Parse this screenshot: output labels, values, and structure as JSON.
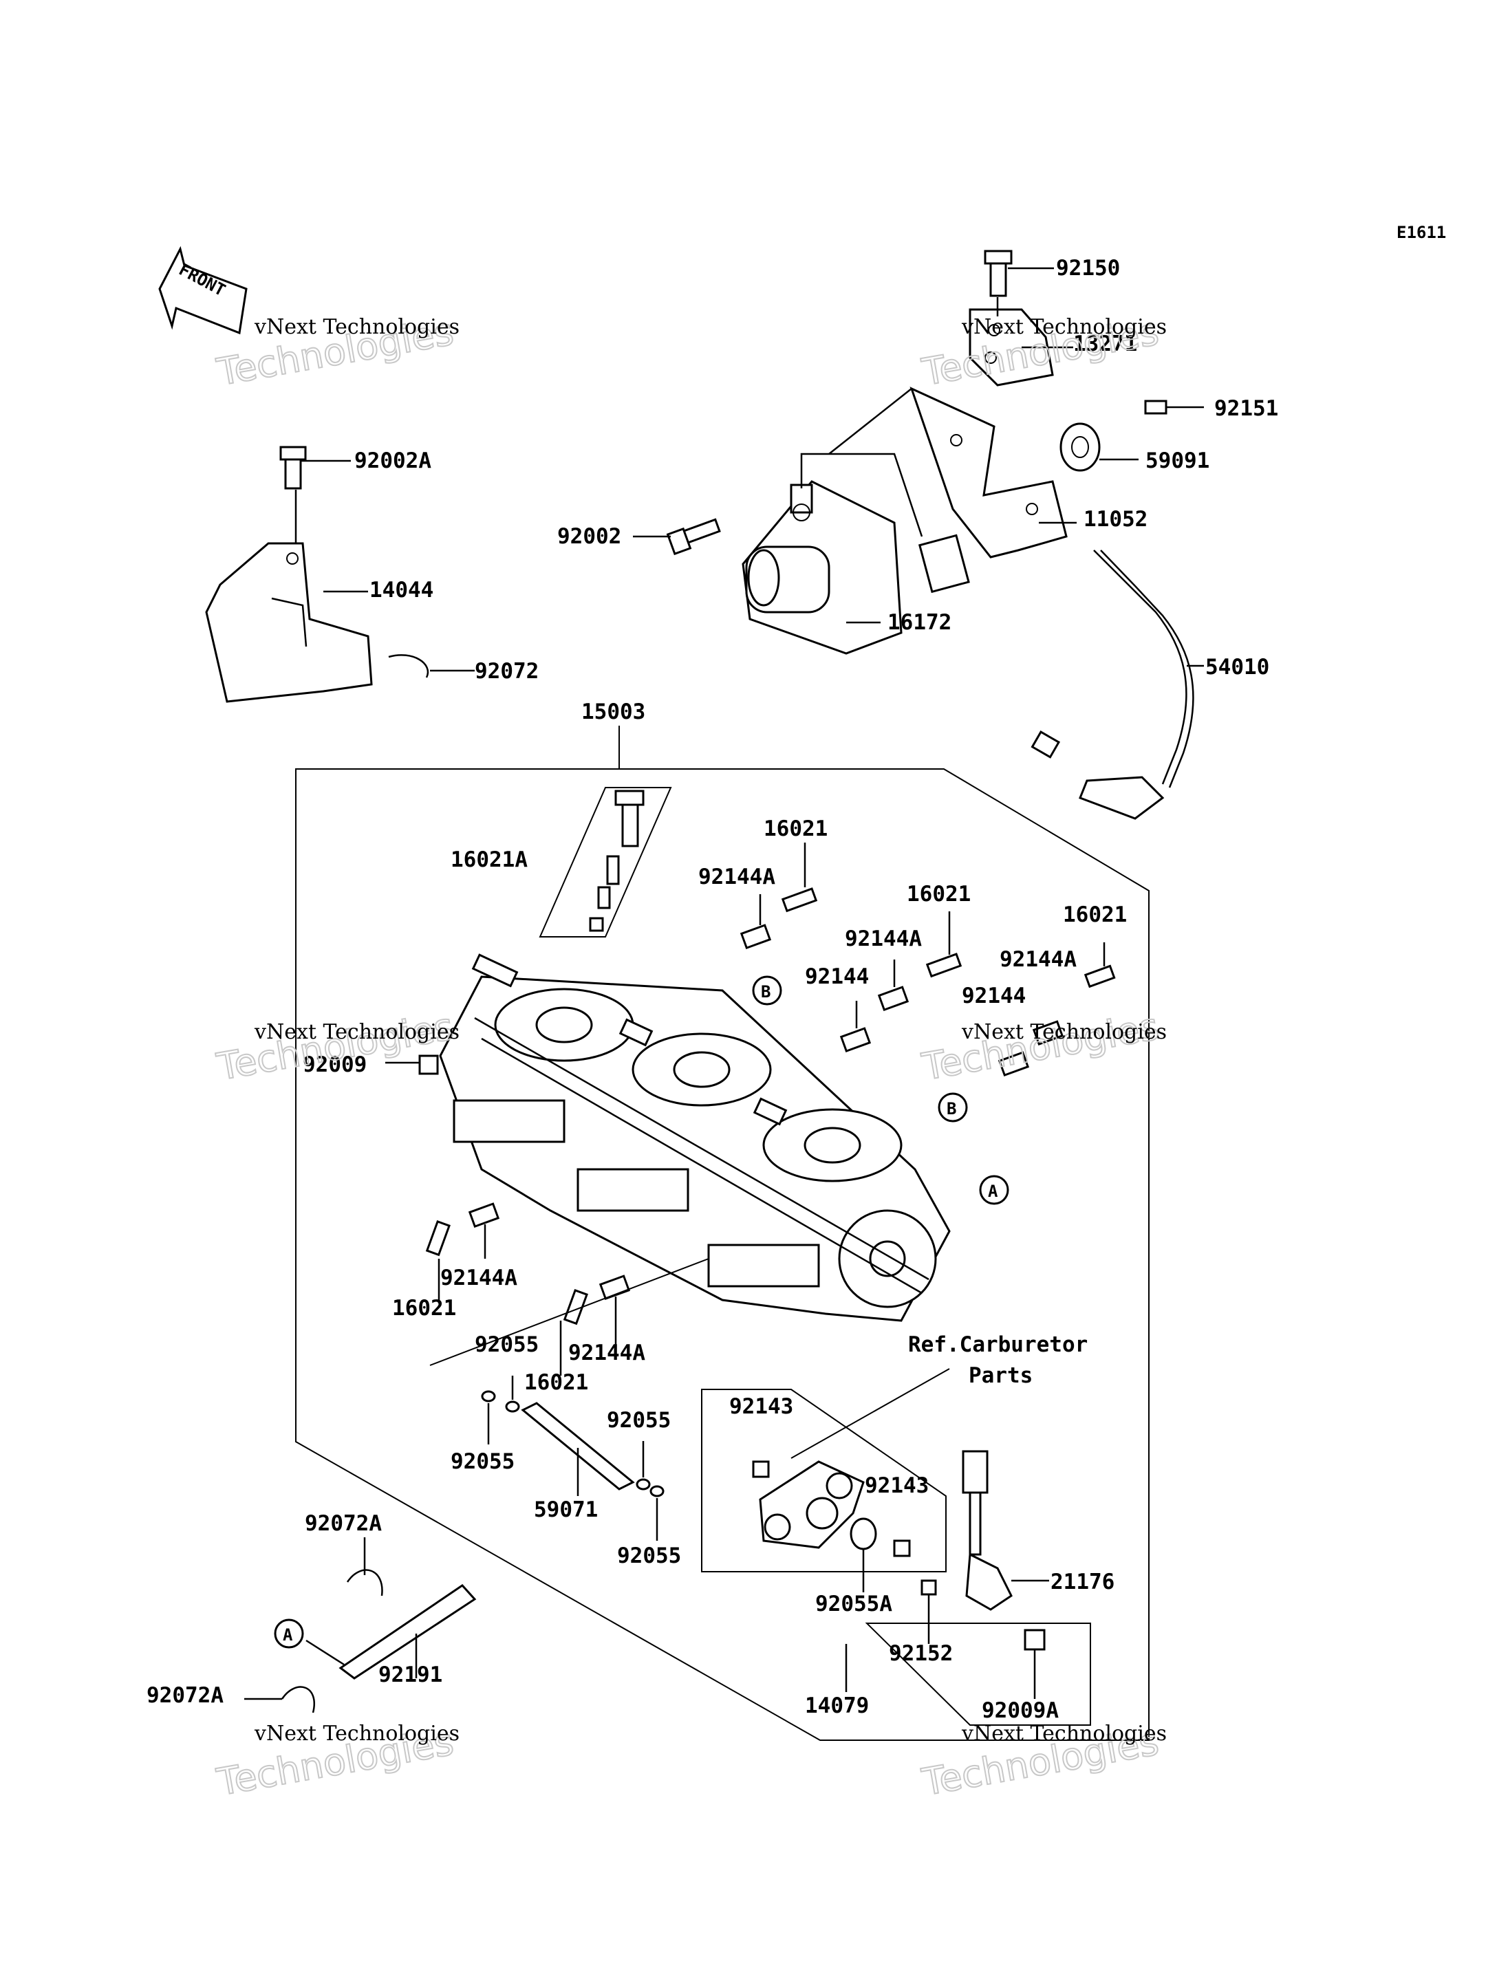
{
  "diagram_code": "E1611",
  "front_arrow_text": "FRONT",
  "watermark": {
    "line1": "vNext Technologies",
    "line2": "vNext\nTechnologies"
  },
  "callouts": {
    "92150": "92150",
    "13271": "13271",
    "92151": "92151",
    "59091": "59091",
    "11052": "11052",
    "92002": "92002",
    "16172": "16172",
    "54010": "54010",
    "92002A": "92002A",
    "14044": "14044",
    "92072": "92072",
    "15003": "15003",
    "16021A": "16021A",
    "16021_a": "16021",
    "92144A_a": "92144A",
    "16021_b": "16021",
    "92144A_b": "92144A",
    "92144_a": "92144",
    "16021_c": "16021",
    "92144A_c": "92144A",
    "92144_b": "92144",
    "92009": "92009",
    "92144A_d": "92144A",
    "16021_d": "16021",
    "92055_a": "92055",
    "92144A_e": "92144A",
    "16021_e": "16021",
    "ref_carb": "Ref.Carburetor",
    "ref_parts": "Parts",
    "92055_b": "92055",
    "92055_c": "92055",
    "59071": "59071",
    "92055_d": "92055",
    "92143_a": "92143",
    "92143_b": "92143",
    "92055A": "92055A",
    "21176": "21176",
    "92152": "92152",
    "92009A": "92009A",
    "14079": "14079",
    "92072A_a": "92072A",
    "92191": "92191",
    "92072A_b": "92072A",
    "ref_A1": "A",
    "ref_A2": "A",
    "ref_B1": "B",
    "ref_B2": "B"
  }
}
